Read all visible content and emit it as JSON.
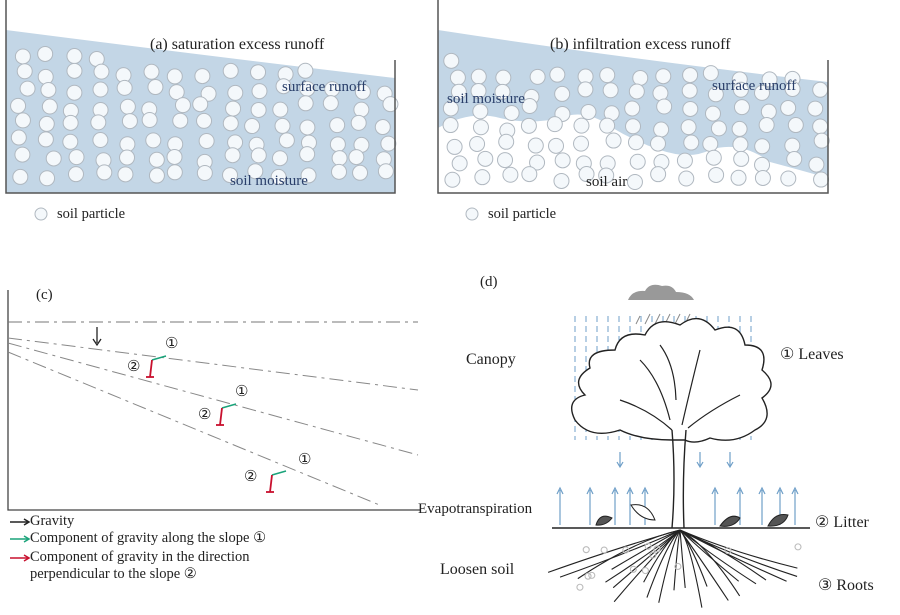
{
  "panel_a": {
    "title": "(a) saturation excess runoff",
    "surface_label": "surface runoff",
    "moisture_label": "soil moisture",
    "legend": "soil particle"
  },
  "panel_b": {
    "title": "(b) infiltration excess runoff",
    "moisture_label": "soil moisture",
    "surface_label": "surface runoff",
    "air_label": "soil air",
    "legend": "soil particle"
  },
  "panel_c": {
    "title": "(c)",
    "marker_1": "①",
    "marker_2": "②",
    "legend": [
      {
        "label": "Gravity",
        "color": "#222222"
      },
      {
        "label": "Component of gravity along the slope ①",
        "color": "#1aa37a"
      },
      {
        "label": "Component of gravity in the direction",
        "label2": "perpendicular to the slope ②",
        "color": "#c8102e"
      }
    ]
  },
  "panel_d": {
    "title": "(d)",
    "canopy": "Canopy",
    "leaves": "① Leaves",
    "evapotranspiration": "Evapotranspiration",
    "litter": "② Litter",
    "loosen_soil": "Loosen soil",
    "roots": "③ Roots"
  },
  "colors": {
    "water": "#c3d6e6",
    "particle_fill": "#f4f8fb",
    "particle_stroke": "#b0b8c0",
    "rain": "#6f9fc8"
  }
}
